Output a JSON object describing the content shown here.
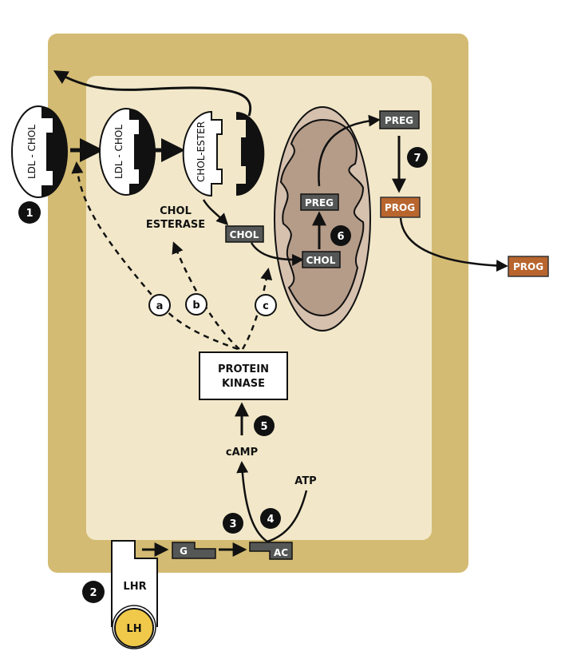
{
  "colors": {
    "cell_wall": "#d4bb73",
    "cytoplasm": "#f2e8c9",
    "mitochondria_outer": "#d6c0ae",
    "mitochondria_inner": "#b59c88",
    "dark_box": "#555756",
    "prog_box": "#b8652e",
    "lh": "#f0c94a"
  },
  "receptors": {
    "ldl_chol_1": "LDL - CHOL",
    "ldl_chol_2": "LDL - CHOL",
    "chol_ester": "CHOL-ESTER"
  },
  "labels": {
    "chol_esterase_1": "CHOL",
    "chol_esterase_2": "ESTERASE",
    "chol_cyto": "CHOL",
    "chol_mito": "CHOL",
    "preg_mito": "PREG",
    "preg_cyto": "PREG",
    "prog_cyto": "PROG",
    "prog_out": "PROG",
    "protein_kinase_1": "PROTEIN",
    "protein_kinase_2": "KINASE",
    "camp": "cAMP",
    "atp": "ATP",
    "g": "G",
    "ac": "AC",
    "lhr": "LHR",
    "lh": "LH"
  },
  "steps": [
    "1",
    "2",
    "3",
    "4",
    "5",
    "6",
    "7"
  ],
  "substeps": [
    "a",
    "b",
    "c"
  ]
}
